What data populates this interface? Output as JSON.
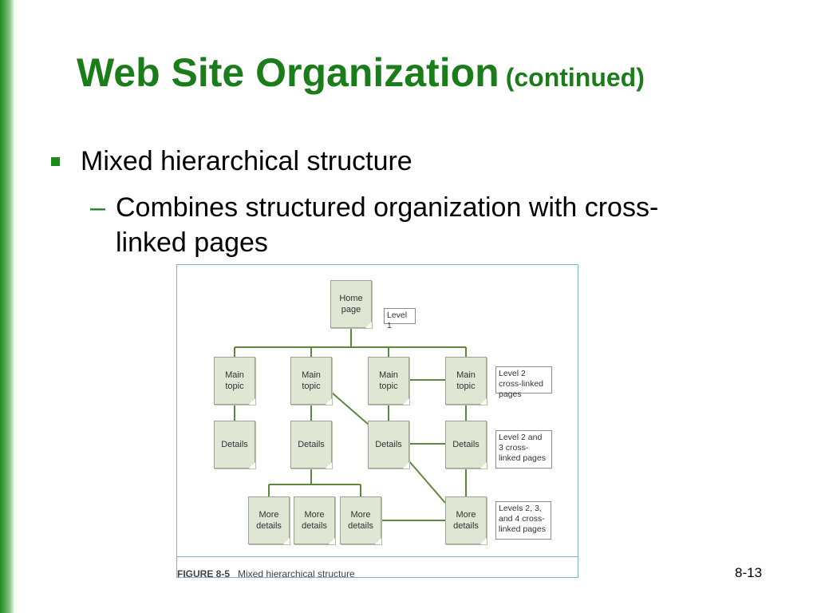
{
  "slide": {
    "title_main": "Web Site Organization",
    "title_cont": "(continued)",
    "bullet": "Mixed hierarchical structure",
    "sub_dash": "–",
    "sub_bullet": "Combines structured organization with cross-linked pages",
    "page_number": "8-13"
  },
  "figure": {
    "caption_num": "FIGURE 8-5",
    "caption_text": "Mixed hierarchical structure",
    "nodes": {
      "home": "Home page",
      "main1": "Main topic",
      "main2": "Main topic",
      "main3": "Main topic",
      "main4": "Main topic",
      "details1": "Details",
      "details2": "Details",
      "details3": "Details",
      "details4": "Details",
      "more1": "More details",
      "more2": "More details",
      "more3": "More details",
      "more4": "More details"
    },
    "labels": {
      "level1": "Level 1",
      "level2": "Level 2 cross-linked pages",
      "level23": "Level 2 and 3 cross-linked pages",
      "level234": "Levels 2, 3, and 4 cross-linked pages"
    }
  },
  "colors": {
    "title_green": "#1a7d1a",
    "line_green": "#5d8a3a",
    "node_fill": "#dfe6d4"
  }
}
